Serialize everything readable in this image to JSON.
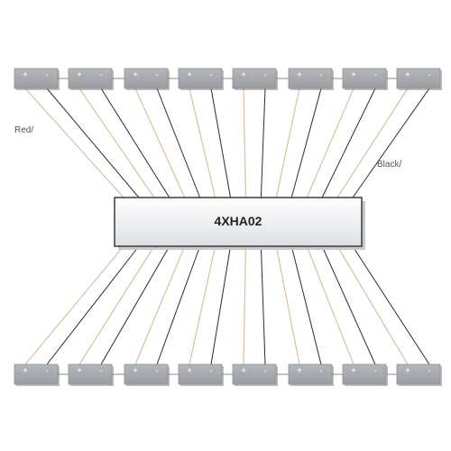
{
  "module": {
    "label": "4XHA02"
  },
  "labels": {
    "red": "Red/",
    "black": "Black/"
  },
  "terminal_symbols": {
    "positive": "+",
    "negative": "-"
  },
  "battery_rows": {
    "top": {
      "count": 8
    },
    "bottom": {
      "count": 8
    }
  },
  "wire_colors": {
    "positive": "#d4c2a0",
    "negative": "#2b2b2b"
  },
  "colors": {
    "battery_fill": "#a9adb1",
    "battery_shadow": "#7b7f83",
    "module_border": "#3a3a3a",
    "module_fill_top": "#ffffff",
    "module_fill_bottom": "#dde0e3"
  }
}
